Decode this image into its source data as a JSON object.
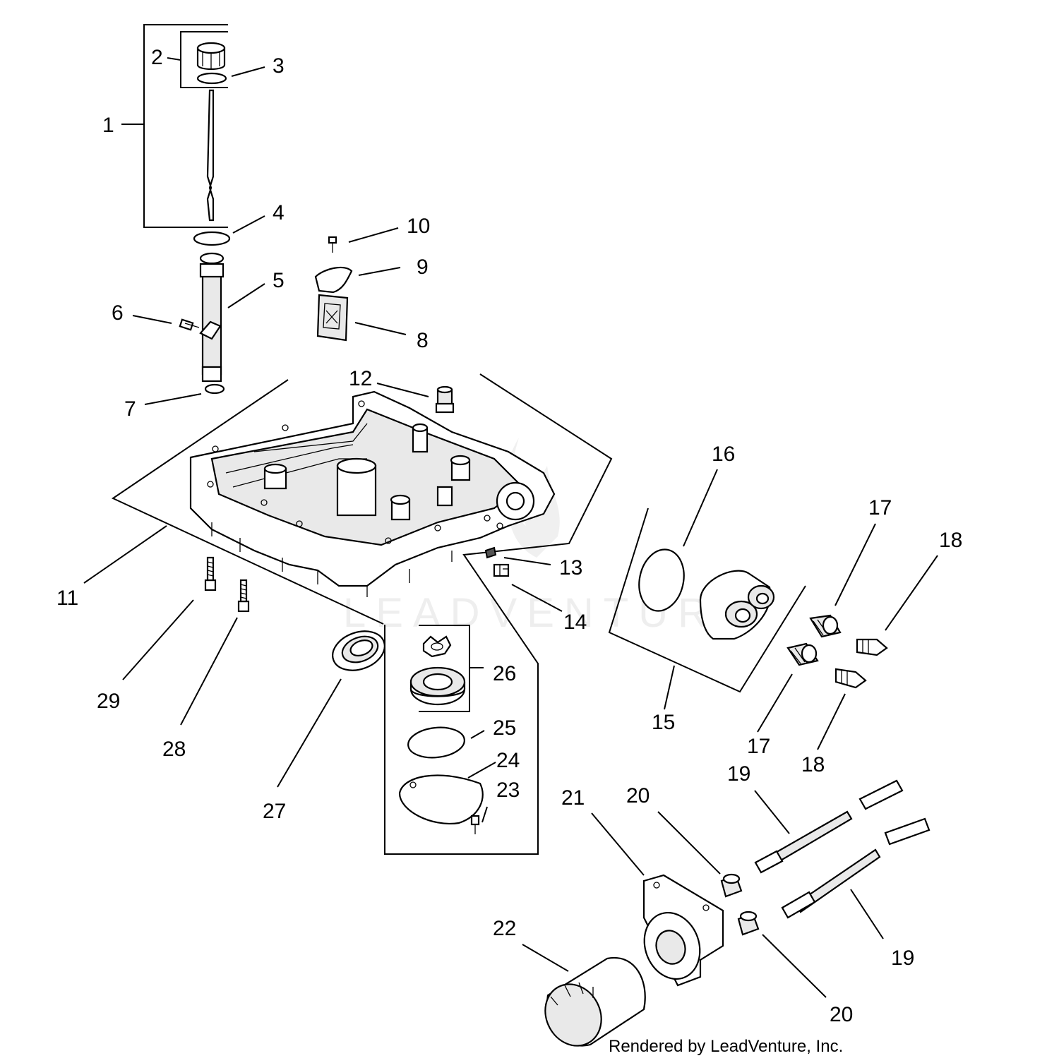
{
  "diagram": {
    "callouts": [
      "1",
      "2",
      "3",
      "4",
      "5",
      "6",
      "7",
      "8",
      "9",
      "10",
      "11",
      "12",
      "13",
      "14",
      "15",
      "16",
      "17",
      "17",
      "18",
      "18",
      "19",
      "19",
      "20",
      "20",
      "21",
      "22",
      "23",
      "24",
      "25",
      "26",
      "27",
      "28",
      "29"
    ],
    "watermark": "LEADVENTURE",
    "credit": "Rendered by LeadVenture, Inc."
  }
}
